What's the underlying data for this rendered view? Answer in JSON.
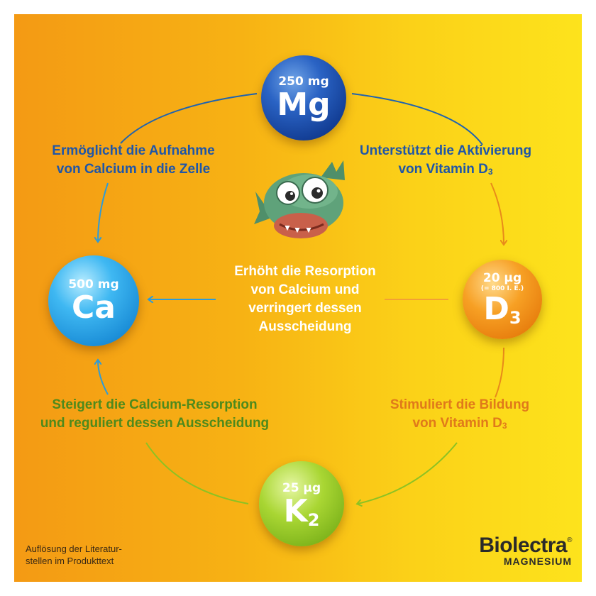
{
  "nodes": {
    "mg": {
      "dose": "250 mg",
      "symbol": "Mg",
      "color": "#1a4aa8"
    },
    "ca": {
      "dose": "500 mg",
      "symbol": "Ca",
      "color": "#2aa7ea"
    },
    "d3": {
      "dose": "20 µg",
      "note": "(= 800 I. E.)",
      "symbol": "D",
      "symbol_sub": "3",
      "color": "#f08c16"
    },
    "k2": {
      "dose": "25 µg",
      "symbol": "K",
      "symbol_sub": "2",
      "color": "#8cc223"
    }
  },
  "relations": {
    "mg_ca": {
      "line1": "Ermöglicht die Aufnahme",
      "line2": "von Calcium in die Zelle",
      "color": "#1f56a8"
    },
    "mg_d3": {
      "line1": "Unterstützt die Aktivierung",
      "line2": "von Vitamin D",
      "line2_sub": "3",
      "color": "#1f56a8"
    },
    "d3_ca": {
      "line1": "Erhöht die Resorption",
      "line2": "von Calcium und",
      "line3": "verringert dessen",
      "line4": "Ausscheidung",
      "color": "#ffffff"
    },
    "k2_ca": {
      "line1": "Steigert die Calcium-Resorption",
      "line2": "und reguliert dessen Ausscheidung",
      "color": "#4e8a1c"
    },
    "d3_k2": {
      "line1": "Stimuliert die Bildung",
      "line2": "von Vitamin D",
      "line2_sub": "3",
      "color": "#e0791a"
    }
  },
  "footnote": {
    "line1": "Auflösung der Literatur-",
    "line2": "stellen im Produkttext"
  },
  "brand": {
    "name": "Biolectra",
    "registered": "®",
    "subtitle": "MAGNESIUM"
  },
  "icons": {
    "mascot": "piranha-fish-mascot-icon"
  }
}
